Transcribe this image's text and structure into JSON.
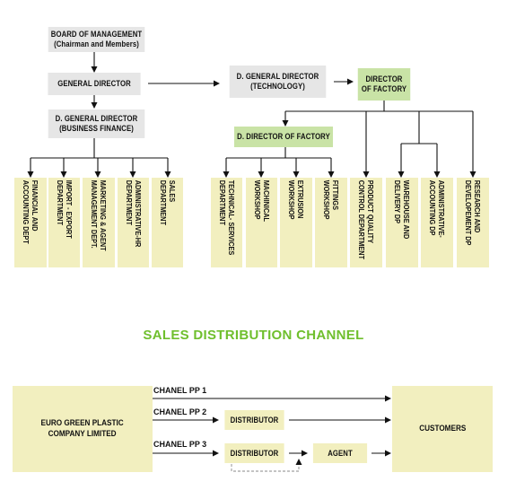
{
  "org": {
    "board": "BOARD OF MANAGEMENT\n(Chairman and Members)",
    "general_director": "GENERAL DIRECTOR",
    "dg_technology": "D. GENERAL DIRECTOR\n(TECHNOLOGY)",
    "director_factory": "DIRECTOR\nOF FACTORY",
    "dg_business": "D. GENERAL DIRECTOR\n(BUSINESS  FINANCE)",
    "deputy_factory": "D. DIRECTOR OF FACTORY",
    "departments": [
      "FINANCIAL AND\nACCOUNTING DEPT",
      "IMPORT - EXPORT\nDEPARTMENT",
      "MARKETING & AGENT\nMANAGEMENT DEPT.",
      "ADMINISTRATIVE-HR\nDEPARTMENT",
      "SALES\nDEPARTMENT",
      "TECHNICAL- SERVICES\nDEPARTMENT",
      "MACHINICAL\nWORKSHOP",
      "EXTRUSION\nWORKSHOP",
      "FITTINGS\nWORKSHOP",
      "PRODUCT QUALITY\nCONTROL DEPARTMENT",
      "WAREHOUSE AND\nDELIVERY DP",
      "ADMINISTRATIVE-\nACCOUNTING DP",
      "RESEARCH AND\nDEVELOPEMENT DP"
    ]
  },
  "sales": {
    "title": "SALES DISTRIBUTION CHANNEL",
    "company": "EURO GREEN PLASTIC\nCOMPANY LIMITED",
    "customers": "CUSTOMERS",
    "channel1": "CHANEL PP 1",
    "channel2": "CHANEL PP 2",
    "channel3": "CHANEL PP 3",
    "distributor_a": "DISTRIBUTOR",
    "distributor_b": "DISTRIBUTOR",
    "agent": "AGENT"
  },
  "colors": {
    "grey_box": "#e6e6e6",
    "light_green_box": "#c9e3a6",
    "cream_box": "#f2efbf",
    "title_green": "#6fbf2d"
  }
}
